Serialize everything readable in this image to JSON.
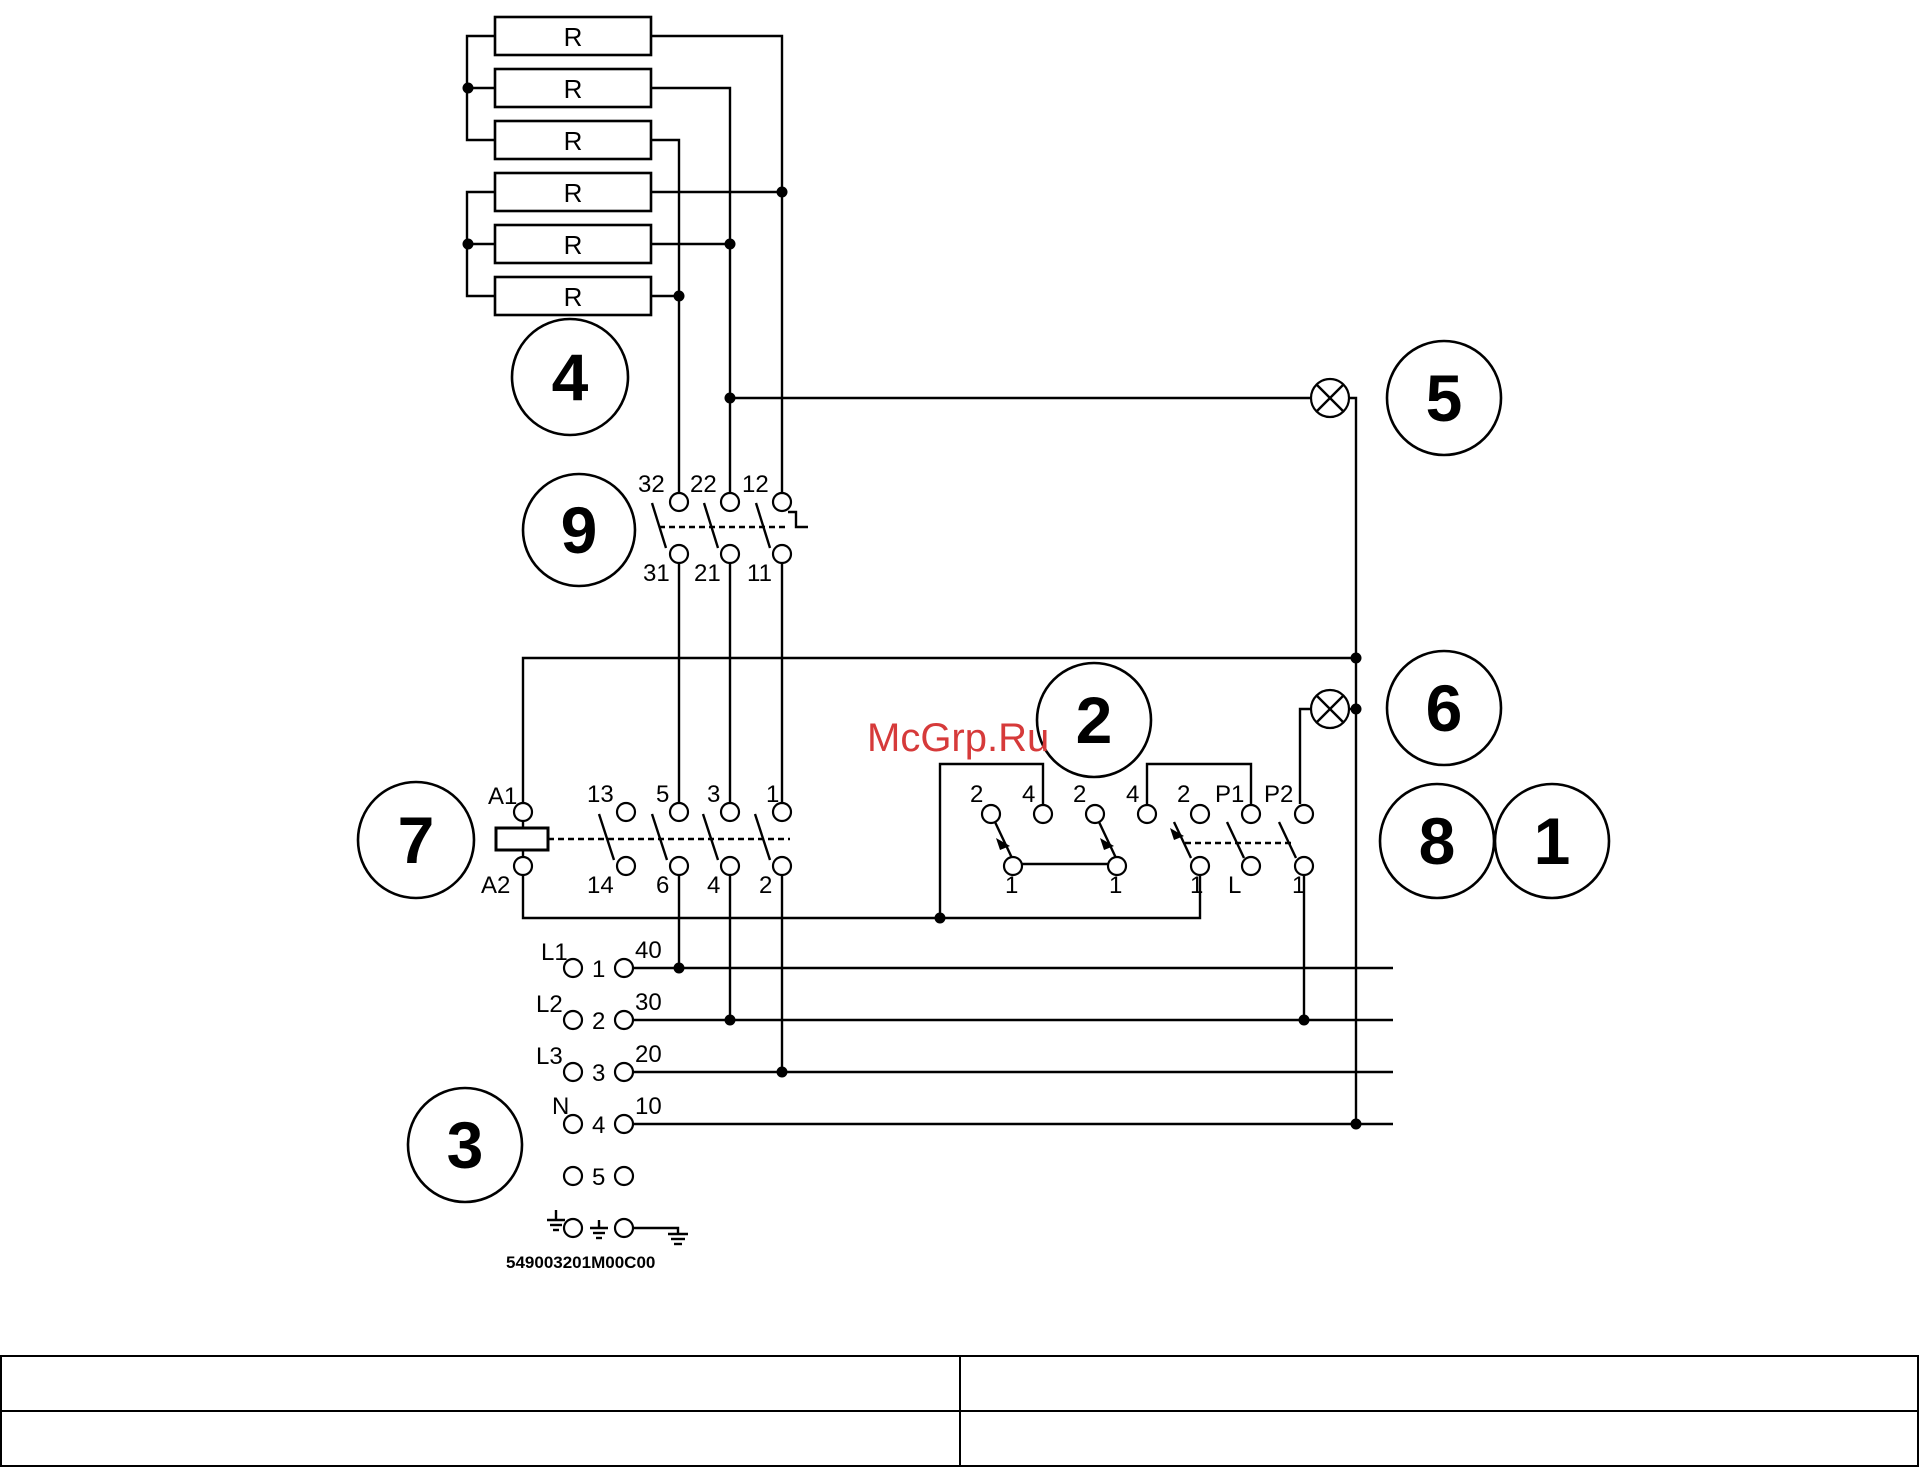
{
  "resistor_label": "R",
  "callouts": {
    "c1": "1",
    "c2": "2",
    "c3": "3",
    "c4": "4",
    "c5": "5",
    "c6": "6",
    "c7": "7",
    "c8": "8",
    "c9": "9"
  },
  "watermark": "McGrp.Ru",
  "part_code": "549003201M00C00",
  "switch9": {
    "top": [
      "32",
      "22",
      "12"
    ],
    "bottom": [
      "31",
      "21",
      "11"
    ]
  },
  "contactor7": {
    "coil_top": "A1",
    "coil_bottom": "A2",
    "top": [
      "13",
      "5",
      "3",
      "1"
    ],
    "bottom": [
      "14",
      "6",
      "4",
      "2"
    ]
  },
  "selector": {
    "top": [
      "2",
      "4",
      "2",
      "4",
      "2",
      "P1",
      "P2"
    ],
    "bottom": [
      "1",
      "1",
      "1",
      "L",
      "1"
    ]
  },
  "terminal_block": {
    "rows": [
      {
        "phase": "L1",
        "num": "1",
        "out": "40"
      },
      {
        "phase": "L2",
        "num": "2",
        "out": "30"
      },
      {
        "phase": "L3",
        "num": "3",
        "out": "20"
      },
      {
        "phase": "N",
        "num": "4",
        "out": "10"
      },
      {
        "phase": "",
        "num": "5",
        "out": ""
      }
    ]
  },
  "table": {
    "rows": [
      [
        "",
        ""
      ],
      [
        "",
        ""
      ]
    ]
  }
}
